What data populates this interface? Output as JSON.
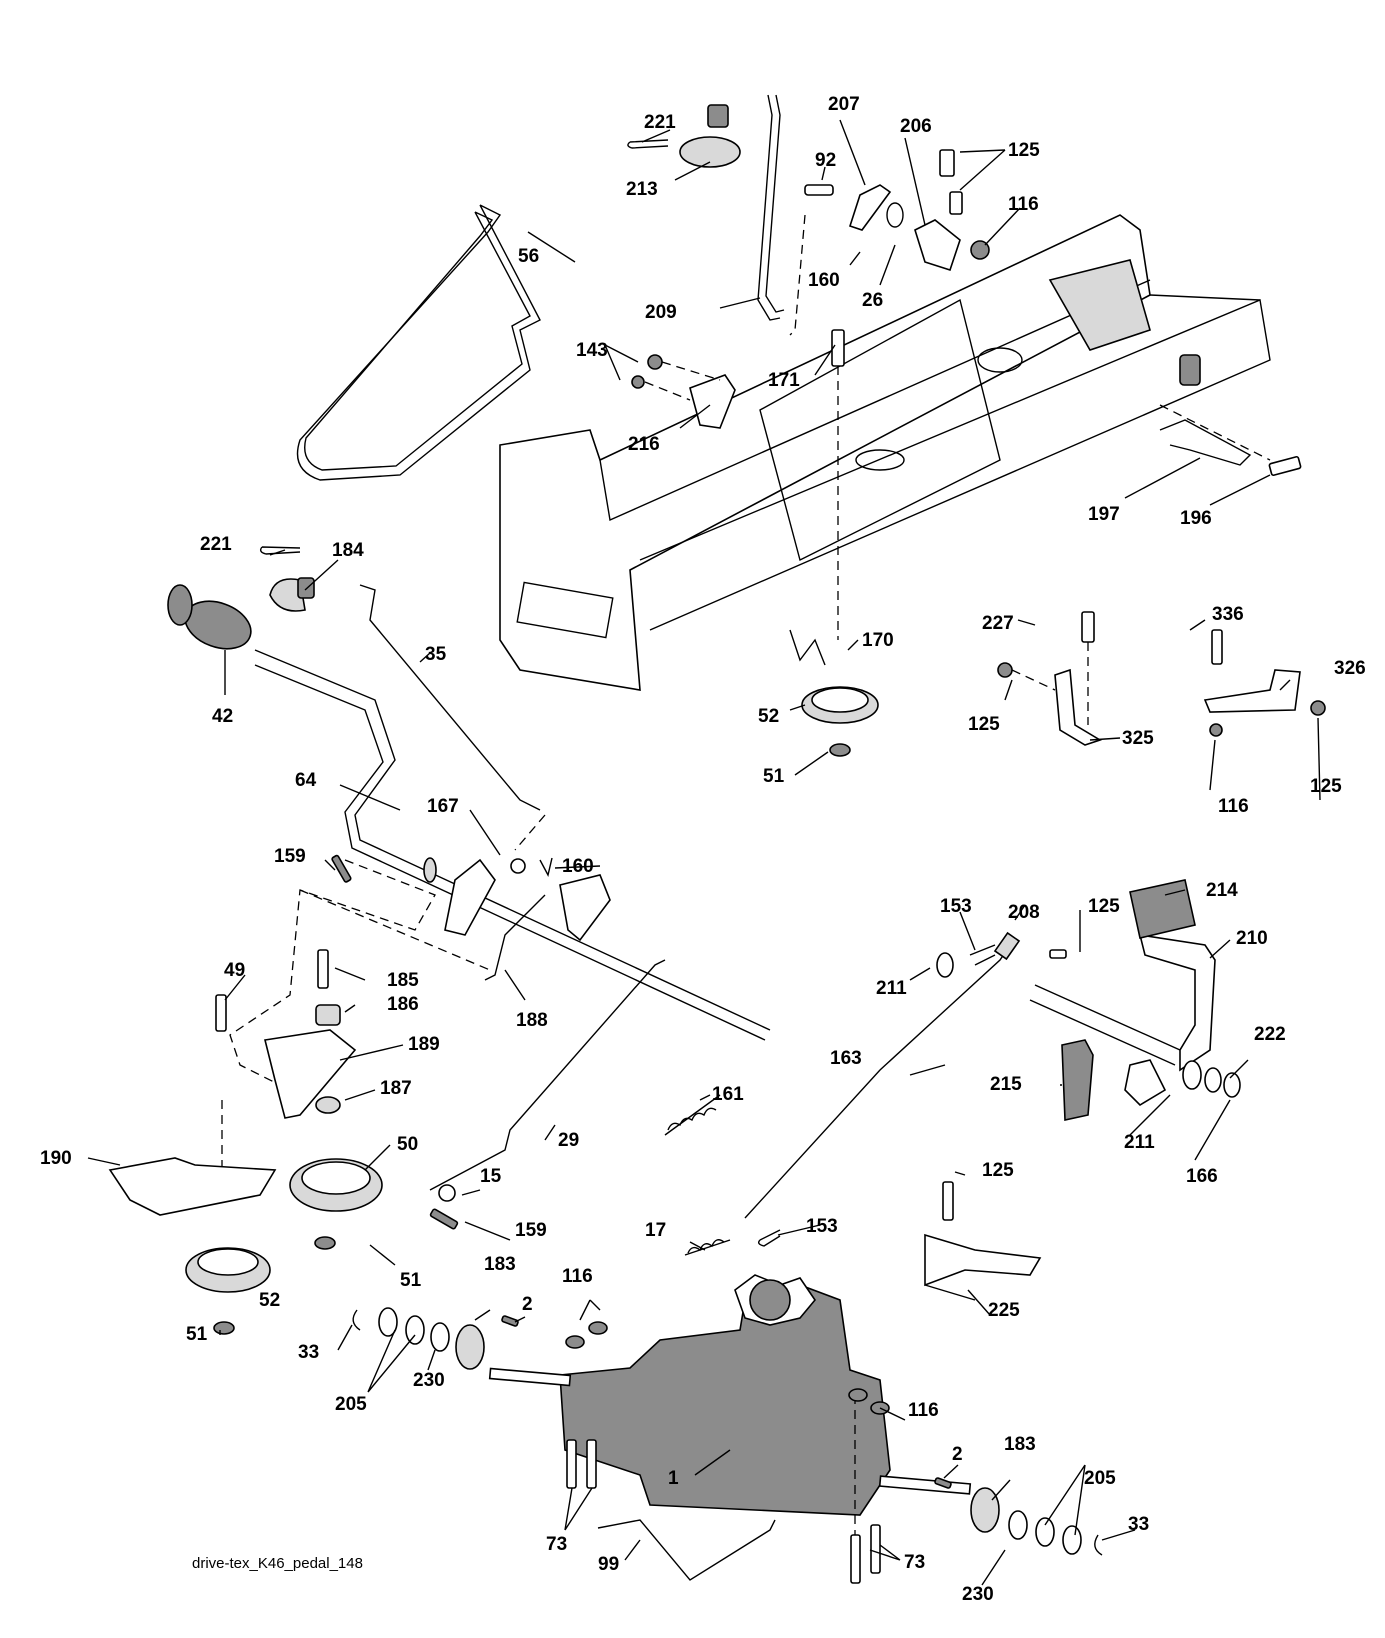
{
  "diagram": {
    "caption": "drive-tex_K46_pedal_148",
    "labels": [
      "221",
      "213",
      "207",
      "92",
      "206",
      "125",
      "116",
      "56",
      "160",
      "26",
      "209",
      "143",
      "171",
      "216",
      "197",
      "196",
      "221",
      "184",
      "35",
      "42",
      "170",
      "227",
      "336",
      "326",
      "52",
      "125",
      "325",
      "64",
      "51",
      "116",
      "125",
      "167",
      "160",
      "159",
      "153",
      "208",
      "125",
      "214",
      "49",
      "185",
      "210",
      "186",
      "211",
      "188",
      "189",
      "163",
      "222",
      "187",
      "161",
      "215",
      "190",
      "50",
      "29",
      "211",
      "166",
      "15",
      "125",
      "159",
      "51",
      "17",
      "153",
      "51",
      "52",
      "183",
      "116",
      "2",
      "225",
      "33",
      "205",
      "230",
      "116",
      "2",
      "183",
      "205",
      "1",
      "73",
      "33",
      "99",
      "73",
      "230"
    ]
  }
}
